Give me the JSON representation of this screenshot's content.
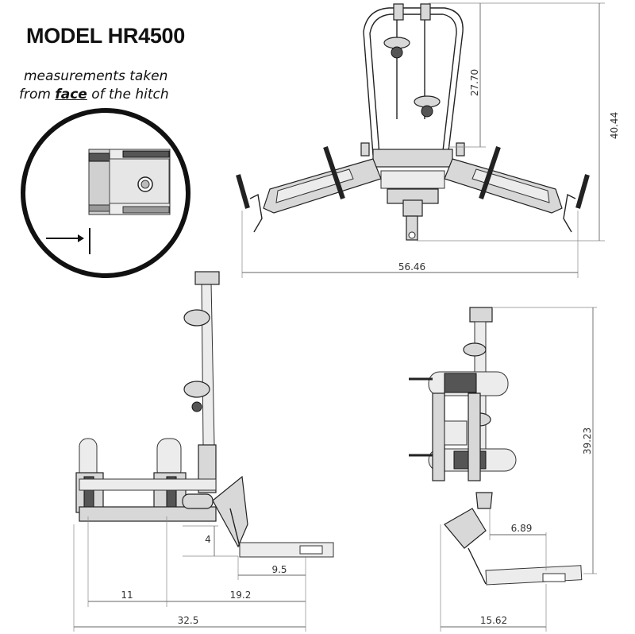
{
  "title": "MODEL HR4500",
  "note": {
    "line1": "measurements taken",
    "line2_prefix": "from ",
    "line2_emphasis": "face",
    "line2_suffix": " of the hitch"
  },
  "dimensions": {
    "top_height": "27.70",
    "overall_height_top_view": "40.44",
    "overall_width_top_view": "56.46",
    "side_left_span": "11",
    "side_right_span": "19.2",
    "side_total_length": "32.5",
    "side_hitch_length": "9.5",
    "side_ground_offset": "4",
    "folded_height": "39.23",
    "folded_offset": "6.89",
    "folded_depth": "15.62"
  }
}
